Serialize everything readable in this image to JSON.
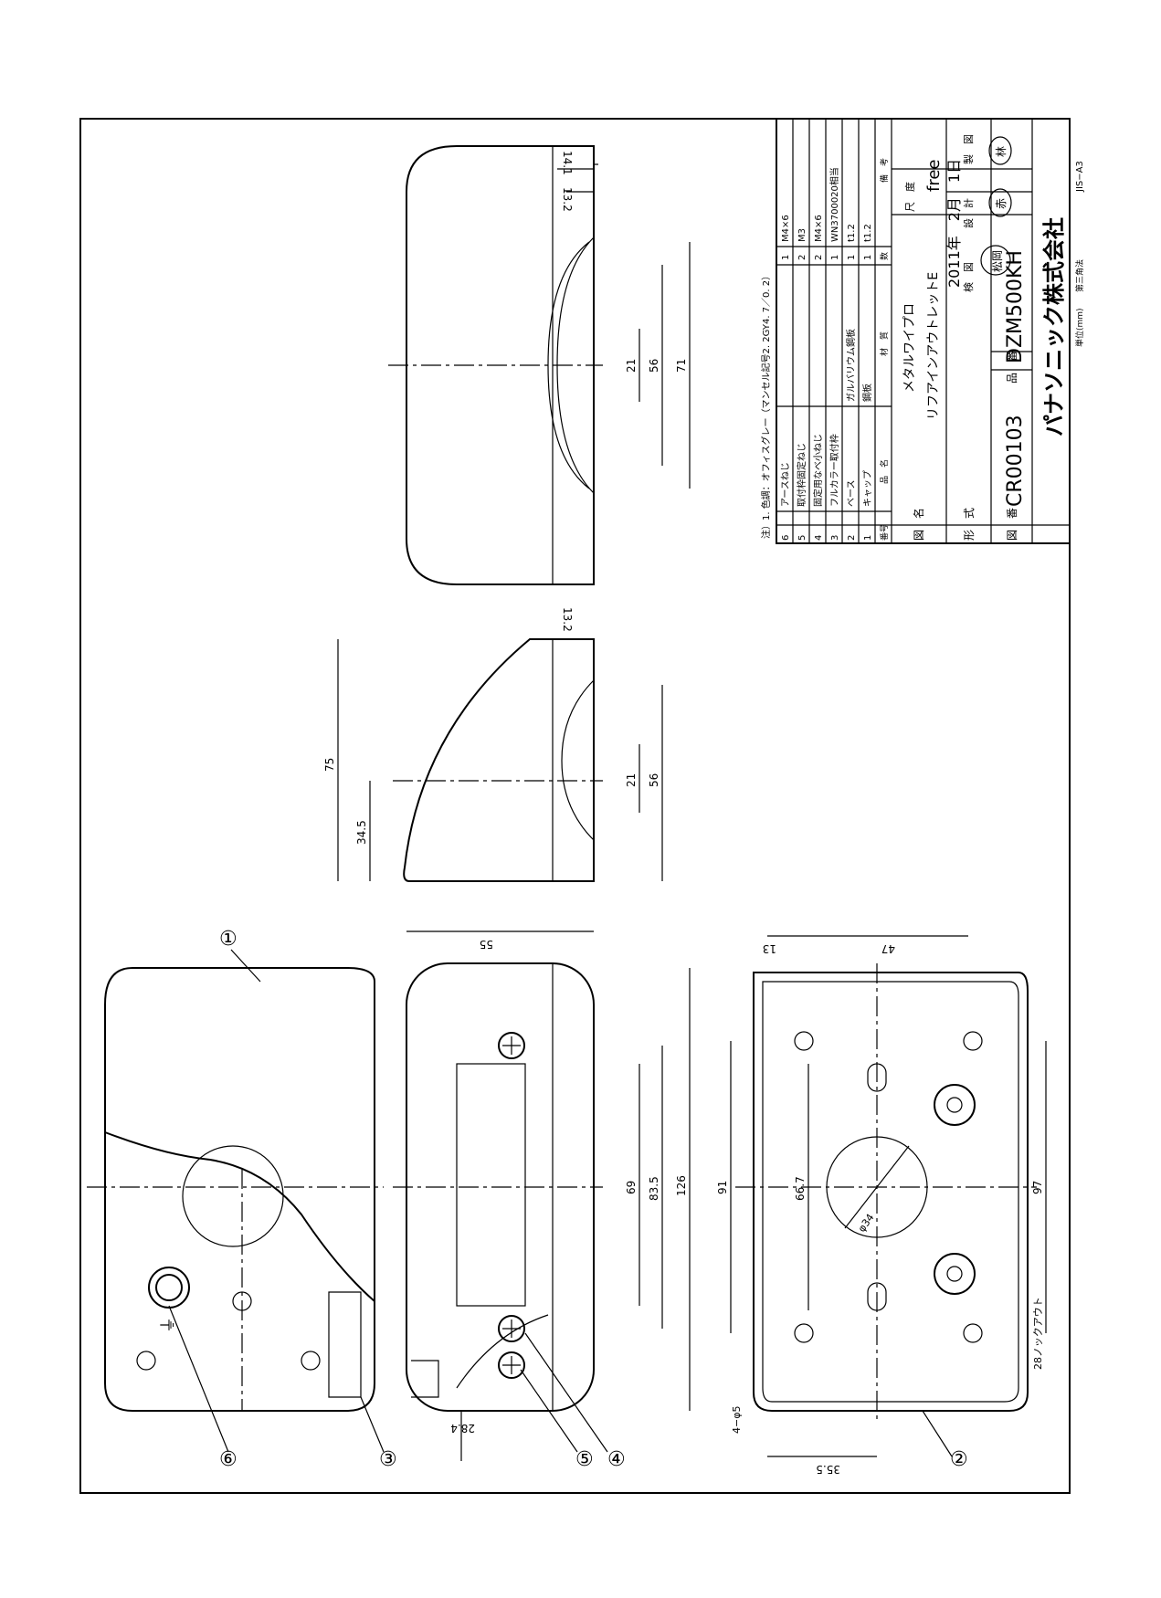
{
  "title_block": {
    "note": "注）1. 色調：オフィスグレー（マンセル記号2. 2GY4. 7／0. 2）",
    "parts": [
      {
        "no": "6",
        "name": "アースねじ",
        "material": "",
        "qty": "1",
        "remark": "M4×6"
      },
      {
        "no": "5",
        "name": "取付枠固定ねじ",
        "material": "",
        "qty": "2",
        "remark": "M3"
      },
      {
        "no": "4",
        "name": "固定用なべ小ねじ",
        "material": "",
        "qty": "2",
        "remark": "M4×6"
      },
      {
        "no": "3",
        "name": "フルカラー取付枠",
        "material": "",
        "qty": "1",
        "remark": "WN3700020相当"
      },
      {
        "no": "2",
        "name": "ベース",
        "material": "ガルバリウム鋼板",
        "qty": "1",
        "remark": "t1.2"
      },
      {
        "no": "1",
        "name": "キャップ",
        "material": "鋼板",
        "qty": "1",
        "remark": "t1.2"
      }
    ],
    "header": {
      "no": "番号",
      "name": "品　名",
      "material": "材　質",
      "qty": "数",
      "remark": "備　考"
    },
    "label_zumei": "図　名",
    "label_katashiki": "形　式",
    "label_zuban": "図　番",
    "label_hinban": "品　番",
    "name_line1": "メタルワイプロ",
    "name_line2": "リフアインアウトレットE",
    "scale_label": "尺　度",
    "scale_value": "free",
    "date_value": "2011年　2月　1日",
    "check_label": "検　図",
    "design_label": "設　計",
    "make_label": "製　図",
    "stamp_check": "松岡",
    "stamp_design": "赤",
    "stamp_make": "林",
    "drawing_no": "CR00103",
    "part_no": "DZM500KH",
    "company": "パナソニック株式会社",
    "unit": "単位(mm)",
    "projection": "第三角法",
    "paper": "JIS−A3"
  },
  "dimensions": {
    "top_view": [
      "14.1",
      "13.2",
      "21",
      "56",
      "71"
    ],
    "side_view": [
      "75",
      "34.5",
      "55",
      "13.2",
      "21",
      "56"
    ],
    "front_view": [
      "69",
      "83.5",
      "126",
      "28.4"
    ],
    "base_view": [
      "91",
      "66.7",
      "97",
      "47",
      "13",
      "35.5",
      "φ34",
      "4−φ5",
      "28ノックアウト"
    ]
  },
  "callouts": [
    "①",
    "②",
    "③",
    "④",
    "⑤",
    "⑥"
  ],
  "earth_mark": "⏚"
}
